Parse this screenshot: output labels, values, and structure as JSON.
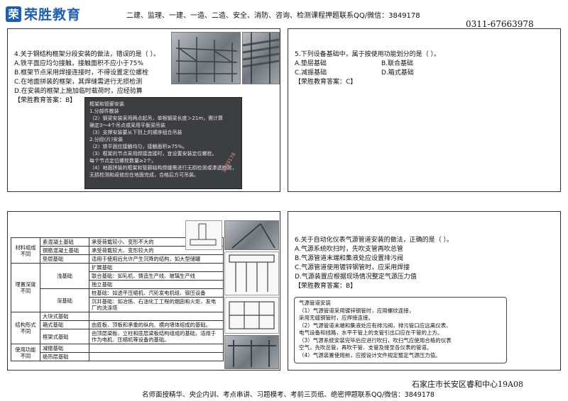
{
  "header": {
    "brand_mark": "荣",
    "brand_text": "荣胜教育",
    "courses": "二建、监理、一建、一造、二造、安全、消防、咨询、检测课程押题联系QQ/微信：3849178",
    "phone": "0311-67663978"
  },
  "q4": {
    "title": "4.关于钢结构框架分段安装的做法，错误的是（   ）。",
    "options": [
      "A.铁平面应均匀接触，接触面积不应小于75%",
      "B.框架节点采用焊接连接时，不得设置定位螺栓",
      "C.在地面拼装的框架，其焊缝需进行无损检测",
      "D.在安装的框架上施加临时载荷时，应经验算"
    ],
    "answer": "【荣胜教育答案：B】",
    "note_lines": [
      "框架和管廊安装",
      "1.分部件散装",
      "（2）钢梁安装采用两点起吊，单根钢梁长度＞21m，需计算",
      "     确定3～4个吊点或采用平衡梁吊装",
      "（3）支撑安装要从下到上的顺序组合吊装",
      "2.分段(片)安装",
      "（2）铁平面应接触均匀，接触面积≥75%。",
      "（3）框架的节点采用焊接连接时，宜设置安装定位螺栓。",
      "     每个节点定位螺栓数量≥2个。",
      "（4）地面拼装的框架和管廊结构焊缝需进行无损检测或渗透检测，",
      "     无损检测和返修应在地面完成，合格后方可吊装。"
    ],
    "watermark": "3849178"
  },
  "q5": {
    "title": "5.下列设备基础中，属于按使用功能划分的是（   ）。",
    "options": [
      "A.垫层基础",
      "B.联合基础",
      "C.减振基础",
      "D.箱式基础"
    ],
    "answer": "【荣胜教育答案：C】"
  },
  "table": {
    "rows": [
      {
        "group": "材料组成不同",
        "sub": "素混凝土基础",
        "desc": "承受荷载较小、变形不大的"
      },
      {
        "group": "",
        "sub": "钢筋混凝土基础",
        "desc": "承受荷载较大、变形较大的"
      },
      {
        "group": "",
        "sub": "垫层基础",
        "desc": "适用于使用后允许产生沉降的结构，如大型储罐"
      },
      {
        "group": "埋置深度不同",
        "sub": "浅基础",
        "desc": "扩展基础"
      },
      {
        "group": "",
        "sub": "",
        "desc": "联合基础：如轧机、铸造生产线、玻璃生产线"
      },
      {
        "group": "",
        "sub": "",
        "desc": "独立基础"
      },
      {
        "group": "",
        "sub": "深基础",
        "desc": "桩基础：如透平压缩机、汽轮发电机组、锻压设备"
      },
      {
        "group": "",
        "sub": "",
        "desc": "沉井基础：如冶炼、石油化工工程的烟囱和火炬，发电厂的洗涤塔"
      },
      {
        "group": "结构形式不同",
        "sub": "大块式基础",
        "desc": ""
      },
      {
        "group": "",
        "sub": "箱式基础",
        "desc": "由底板、顶板和承重的纵向、横向墙体组成的基础。"
      },
      {
        "group": "",
        "sub": "框架式基础",
        "desc": "由顶层梁板、立柱和底层梁板结构组成的基础，适用于作为电机、压缩机等设备的基础。"
      },
      {
        "group": "使用功能不同",
        "sub": "减振基础",
        "desc": ""
      },
      {
        "group": "",
        "sub": "绝热层基础",
        "desc": ""
      }
    ]
  },
  "q6": {
    "title": "6.关于自动化仪表气源管道安装的做法，正确的是（   ）。",
    "options": [
      "A.气源系统吹扫时，先吹支管再吹总管",
      "B.气源管道末端和集液处应设置排污阀",
      "C.气源管道使用镀锌钢管时，应采用焊接",
      "D.气源装置应根据现场情况整定气源压力值"
    ],
    "answer": "【荣胜教育答案：B】",
    "note_lines": [
      "气源管道安装",
      "（1）气源管道采用镀锌钢管时，应用螺纹连接，",
      "     采用无缝钢管时，应焊接连接。",
      "（2）气源管道末端和集液处应有排污阀，排污管口应远离仪表、",
      "     电气设备和线路，水平干管上的支管引出口应在干管的上方。",
      "（3）气源系统安装完毕后应进行吹扫，吹扫气应使用合格的仪表",
      "     空气，先吹总管，再吹干管、支管及接至各仪表的管道。",
      "（4）气源装置使用前，应按设计文件规定整定气源压力值。"
    ]
  },
  "footer": {
    "location": "石家庄市长安区睿和中心19A08",
    "text": "名师面授精华、央企内训、考点串讲、习题模考、考前三页纸、绝密押题联系QQ/微信：3849178"
  }
}
